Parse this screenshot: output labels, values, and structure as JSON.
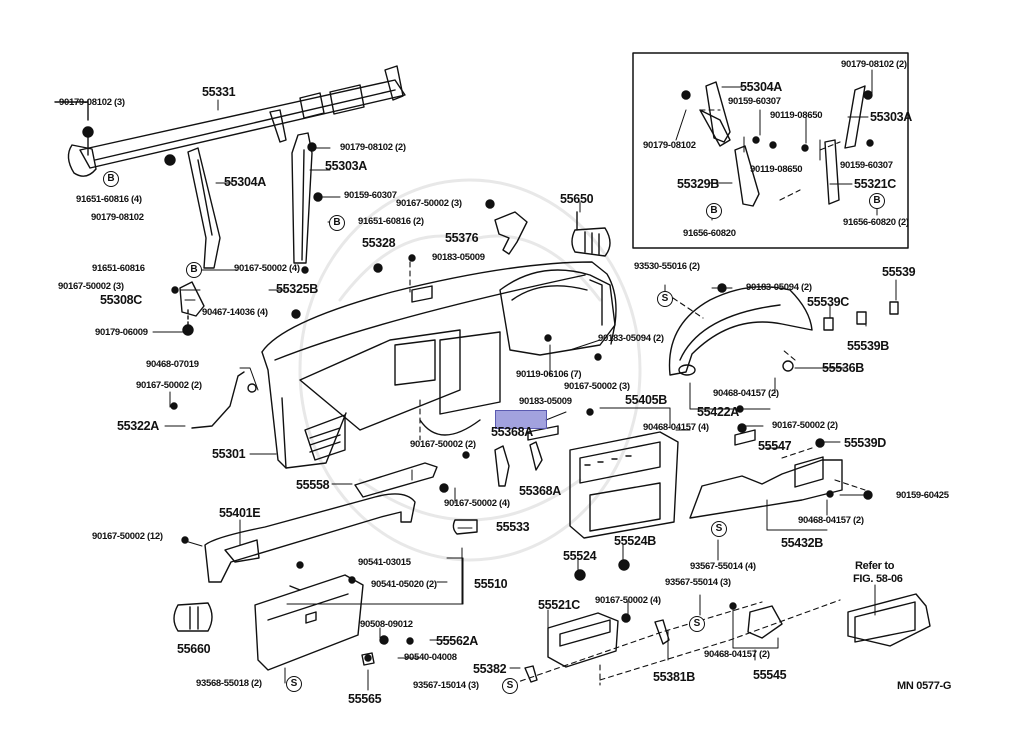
{
  "diagram": {
    "code": "MN 0577-G",
    "reference_note": [
      "Refer to",
      "FIG. 58-06"
    ],
    "highlight_color": "#6464c8",
    "highlighted_part": "55368A",
    "labels": [
      {
        "id": "l01",
        "text": "55331"
      },
      {
        "id": "l02",
        "text": "90179-08102 (3)"
      },
      {
        "id": "l03",
        "text": "91651-60816 (4)"
      },
      {
        "id": "l04",
        "text": "90179-08102"
      },
      {
        "id": "l05",
        "text": "55304A"
      },
      {
        "id": "l06",
        "text": "90179-08102 (2)"
      },
      {
        "id": "l07",
        "text": "55303A"
      },
      {
        "id": "l08",
        "text": "90159-60307"
      },
      {
        "id": "l09",
        "text": "91651-60816 (2)"
      },
      {
        "id": "l10",
        "text": "90167-50002 (3)"
      },
      {
        "id": "l11",
        "text": "55376"
      },
      {
        "id": "l12",
        "text": "55650"
      },
      {
        "id": "l13",
        "text": "55328"
      },
      {
        "id": "l14",
        "text": "90183-05009"
      },
      {
        "id": "l15",
        "text": "91651-60816"
      },
      {
        "id": "l16",
        "text": "90167-50002 (4)"
      },
      {
        "id": "l17",
        "text": "55325B"
      },
      {
        "id": "l18",
        "text": "90167-50002 (3)"
      },
      {
        "id": "l19",
        "text": "55308C"
      },
      {
        "id": "l20",
        "text": "90467-14036 (4)"
      },
      {
        "id": "l21",
        "text": "90179-06009"
      },
      {
        "id": "l22",
        "text": "90468-07019"
      },
      {
        "id": "l23",
        "text": "90167-50002 (2)"
      },
      {
        "id": "l24",
        "text": "55322A"
      },
      {
        "id": "l25",
        "text": "55301"
      },
      {
        "id": "l26",
        "text": "90119-06106 (7)"
      },
      {
        "id": "l27",
        "text": "90183-05094 (2)"
      },
      {
        "id": "l28",
        "text": "90183-05009"
      },
      {
        "id": "l29",
        "text": "90167-50002 (3)"
      },
      {
        "id": "l30",
        "text": "55405B"
      },
      {
        "id": "l31",
        "text": "55368A"
      },
      {
        "id": "l32",
        "text": "90167-50002 (2)"
      },
      {
        "id": "l33",
        "text": "55368A"
      },
      {
        "id": "l34",
        "text": "90167-50002 (4)"
      },
      {
        "id": "l35",
        "text": "55558"
      },
      {
        "id": "l36",
        "text": "55533"
      },
      {
        "id": "l37",
        "text": "55401E"
      },
      {
        "id": "l38",
        "text": "90167-50002 (12)"
      },
      {
        "id": "l39",
        "text": "90468-04157 (4)"
      },
      {
        "id": "l40",
        "text": "93530-55016 (2)"
      },
      {
        "id": "l41",
        "text": "90183-05094 (2)"
      },
      {
        "id": "l42",
        "text": "55539"
      },
      {
        "id": "l43",
        "text": "55539C"
      },
      {
        "id": "l44",
        "text": "55539B"
      },
      {
        "id": "l45",
        "text": "55536B"
      },
      {
        "id": "l46",
        "text": "90468-04157 (2)"
      },
      {
        "id": "l47",
        "text": "55422A"
      },
      {
        "id": "l48",
        "text": "90167-50002 (2)"
      },
      {
        "id": "l49",
        "text": "55547"
      },
      {
        "id": "l50",
        "text": "55539D"
      },
      {
        "id": "l51",
        "text": "90159-60425"
      },
      {
        "id": "l52",
        "text": "90468-04157 (2)"
      },
      {
        "id": "l53",
        "text": "55432B"
      },
      {
        "id": "l54",
        "text": "93567-55014 (4)"
      },
      {
        "id": "l55",
        "text": "93567-55014 (3)"
      },
      {
        "id": "l56",
        "text": "55524"
      },
      {
        "id": "l57",
        "text": "55524B"
      },
      {
        "id": "l58",
        "text": "90541-03015"
      },
      {
        "id": "l59",
        "text": "90541-05020 (2)"
      },
      {
        "id": "l60",
        "text": "55510"
      },
      {
        "id": "l61",
        "text": "90508-09012"
      },
      {
        "id": "l62",
        "text": "55562A"
      },
      {
        "id": "l63",
        "text": "90540-04008"
      },
      {
        "id": "l64",
        "text": "55660"
      },
      {
        "id": "l65",
        "text": "93568-55018 (2)"
      },
      {
        "id": "l66",
        "text": "55565"
      },
      {
        "id": "l67",
        "text": "55521C"
      },
      {
        "id": "l68",
        "text": "90167-50002 (4)"
      },
      {
        "id": "l69",
        "text": "55382"
      },
      {
        "id": "l70",
        "text": "93567-15014 (3)"
      },
      {
        "id": "l71",
        "text": "55381B"
      },
      {
        "id": "l72",
        "text": "90468-04157 (2)"
      },
      {
        "id": "l73",
        "text": "55545"
      }
    ],
    "inset": {
      "labels": [
        {
          "id": "i01",
          "text": "90179-08102 (2)"
        },
        {
          "id": "i02",
          "text": "55304A"
        },
        {
          "id": "i03",
          "text": "90159-60307"
        },
        {
          "id": "i04",
          "text": "90179-08102"
        },
        {
          "id": "i05",
          "text": "90119-08650"
        },
        {
          "id": "i06",
          "text": "55303A"
        },
        {
          "id": "i07",
          "text": "90119-08650"
        },
        {
          "id": "i08",
          "text": "90159-60307"
        },
        {
          "id": "i09",
          "text": "55329B"
        },
        {
          "id": "i10",
          "text": "55321C"
        },
        {
          "id": "i11",
          "text": "91656-60820"
        },
        {
          "id": "i12",
          "text": "91656-60820 (2)"
        }
      ]
    },
    "symbols": {
      "bolt_b": "B",
      "screw_s": "S"
    }
  }
}
